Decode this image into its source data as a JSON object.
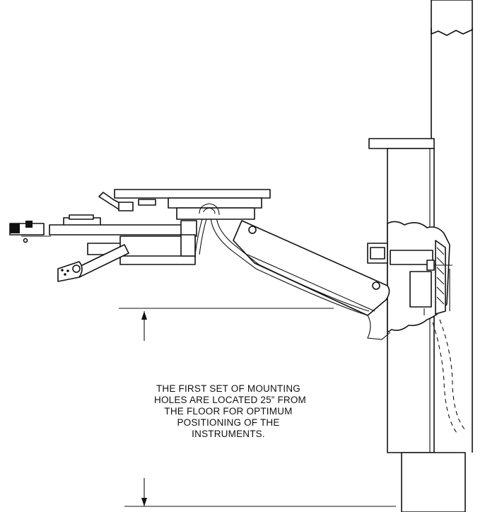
{
  "note": {
    "lines": [
      "THE FIRST SET OF MOUNTING",
      "HOLES ARE LOCATED 25” FROM",
      "THE FLOOR FOR OPTIMUM",
      "POSITIONING OF THE",
      "INSTRUMENTS."
    ]
  },
  "colors": {
    "line": "#111111",
    "background": "#ffffff"
  }
}
